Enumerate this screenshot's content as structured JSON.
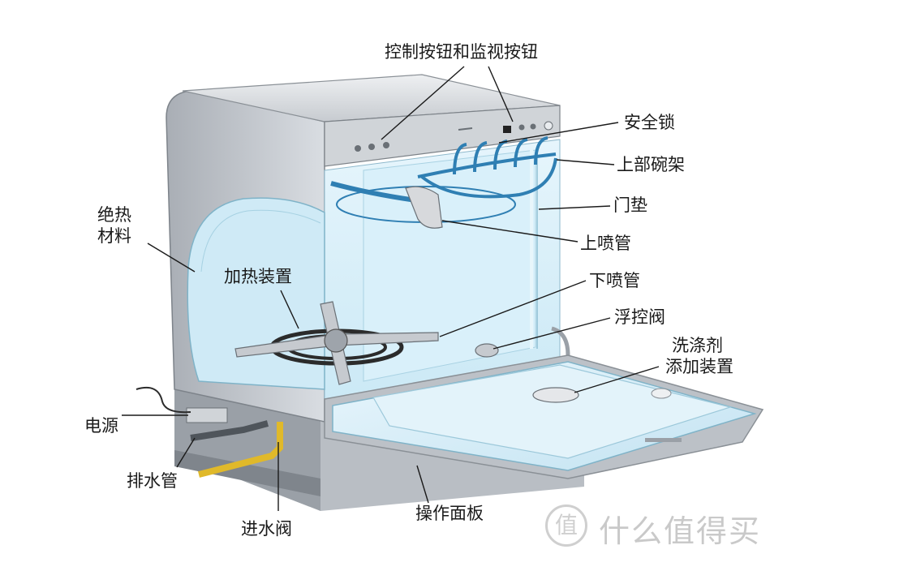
{
  "labels": {
    "control_buttons": "控制按钮和监视按钮",
    "safety_lock": "安全锁",
    "upper_rack": "上部碗架",
    "door_gasket": "门垫",
    "upper_spray_arm": "上喷管",
    "lower_spray_arm": "下喷管",
    "float_valve": "浮控阀",
    "detergent_line1": "洗涤剂",
    "detergent_line2": "添加装置",
    "insulation_line1": "绝热",
    "insulation_line2": "材料",
    "heater": "加热装置",
    "power": "电源",
    "drain_pipe": "排水管",
    "inlet_valve": "进水阀",
    "door_panel": "操作面板"
  },
  "watermark": {
    "logo_char": "值",
    "text": "什么值得买"
  },
  "colors": {
    "line": "#1a1a1a",
    "cavity": "#d6eef8",
    "steel": "#c8ccd2",
    "steel_dark": "#8f959d",
    "rack_blue": "#2f7fb3",
    "pipe_yellow": "#e0b92a"
  }
}
